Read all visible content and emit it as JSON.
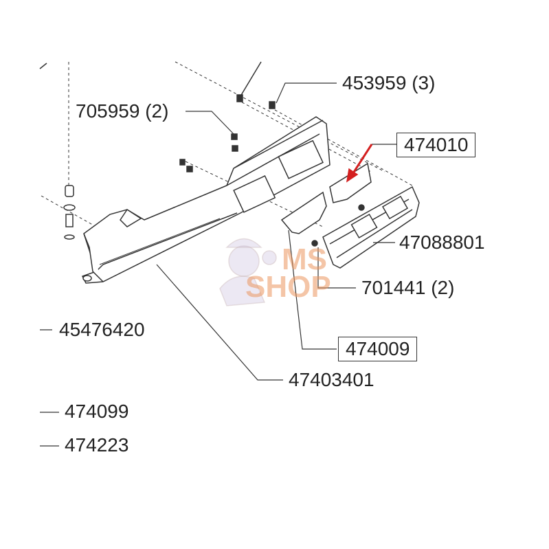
{
  "labels": {
    "p453959": "453959 (3)",
    "p705959": "705959 (2)",
    "p474010": "474010",
    "p47088801": "47088801",
    "p701441": "701441 (2)",
    "p45476420": "45476420",
    "p474009": "474009",
    "p47403401": "47403401",
    "p474099": "474099",
    "p474223": "474223"
  },
  "watermark": {
    "line1": "MS",
    "line2": "SHOP"
  },
  "colors": {
    "arrow": "#d42020",
    "line": "#333333",
    "watermark": "#eb965f"
  }
}
